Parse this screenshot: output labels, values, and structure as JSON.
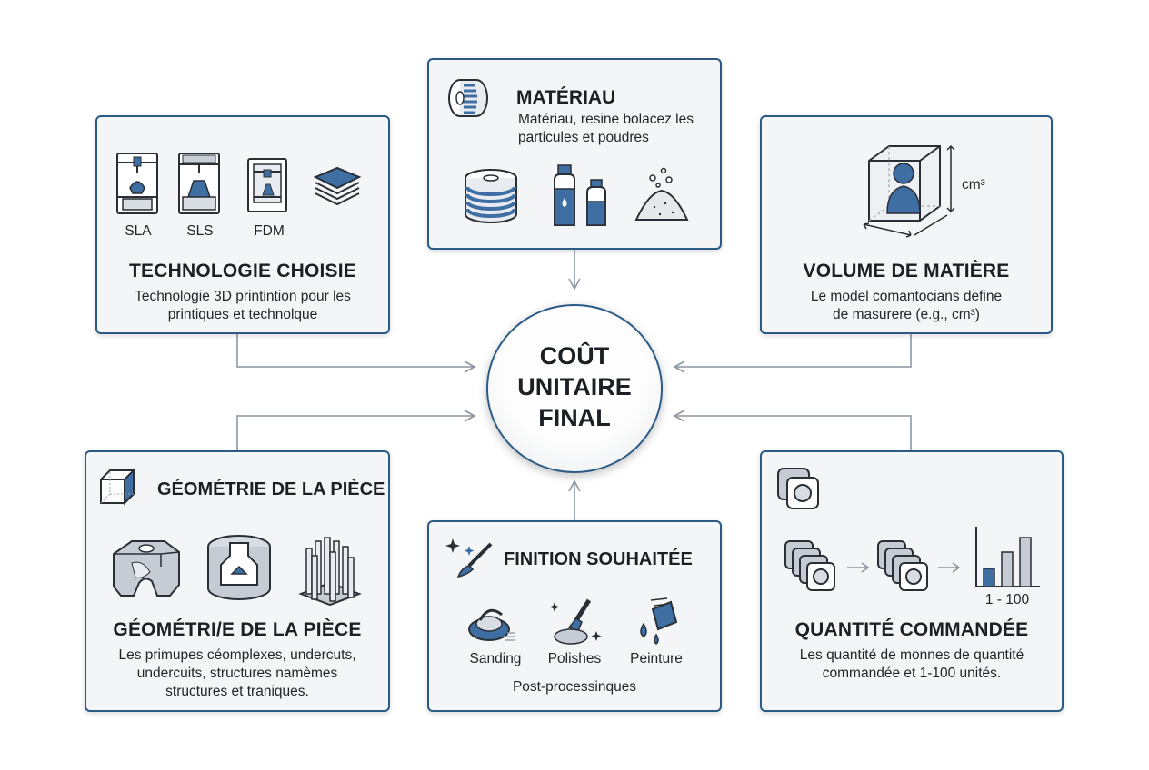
{
  "center": {
    "line1": "COÛT",
    "line2": "UNITAIRE",
    "line3": "FINAL"
  },
  "technologie": {
    "title": "TECHNOLOGIE CHOISIE",
    "desc_line1": "Technologie 3D printintion pour les",
    "desc_line2": "printiques et technolque",
    "labels": [
      "SLA",
      "SLS",
      "FDM"
    ]
  },
  "materiau": {
    "title": "MATÉRIAU",
    "desc_line1": "Matériau, resine bolacez les",
    "desc_line2": "particules et poudres"
  },
  "volume": {
    "title": "VOLUME DE MATIÈRE",
    "desc_line1": "Le model comantocians define",
    "desc_line2": "de masurere (e.g., cm³)",
    "unit": "cm³"
  },
  "geometrie": {
    "header": "GÉOMÉTRIE DE LA PIÈCE",
    "title": "GÉOMÉTRI/E DE LA PIÈCE",
    "desc_line1": "Les primupes céomplexes, undercuts,",
    "desc_line2": "undercuits, structures namèmes",
    "desc_line3": "structures et traniques."
  },
  "finition": {
    "title": "FINITION SOUHAITÉE",
    "labels": [
      "Sanding",
      "Polishes",
      "Peinture"
    ],
    "caption": "Post-processinques"
  },
  "quantite": {
    "title": "QUANTITÉ COMMANDÉE",
    "range": "1 - 100",
    "desc_line1": "Les quantité de monnes de quantité",
    "desc_line2": "commandée et 1-100 unités."
  },
  "colors": {
    "accent": "#2b5a86",
    "icon_blue": "#3f6ea3",
    "line": "#9aa3ad"
  }
}
